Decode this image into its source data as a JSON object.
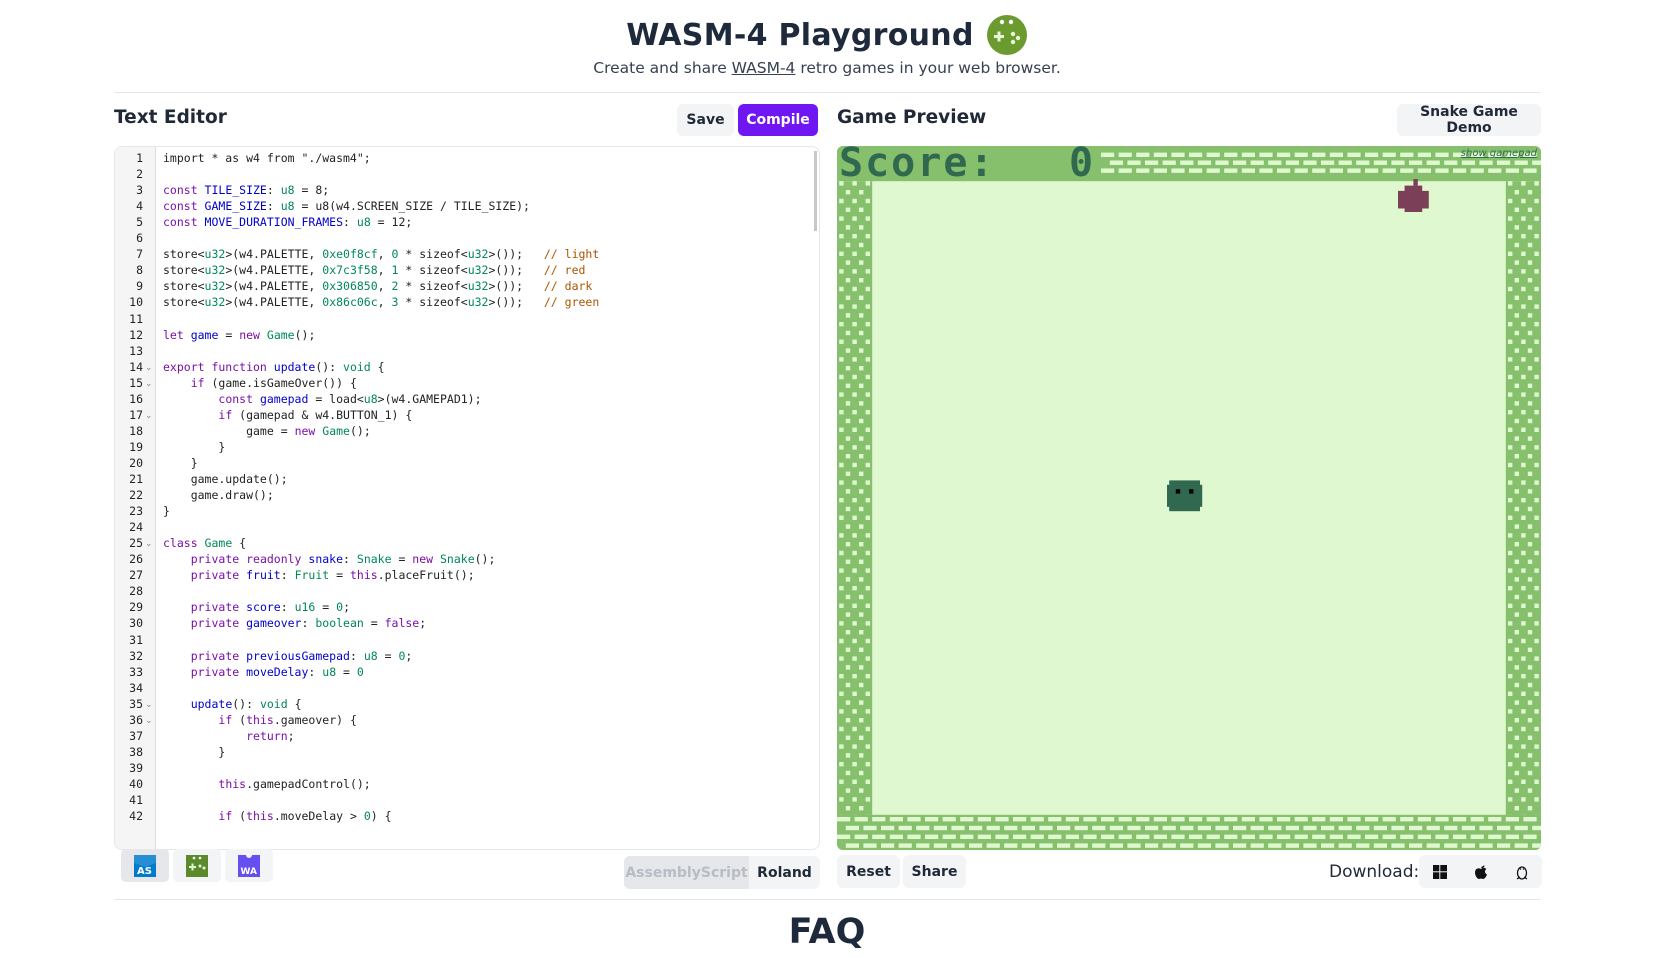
{
  "header": {
    "title": "WASM-4 Playground",
    "subtitle_before": "Create and share ",
    "subtitle_link": "WASM-4",
    "subtitle_after": " retro games in your web browser."
  },
  "editor": {
    "title": "Text Editor",
    "save_label": "Save",
    "compile_label": "Compile",
    "lines": [
      [
        [
          "",
          "import * as w4 from \"./wasm4\";"
        ]
      ],
      [],
      [
        [
          "k",
          "const "
        ],
        [
          "d",
          "TILE_SIZE"
        ],
        [
          "",
          ": "
        ],
        [
          "t",
          "u8"
        ],
        [
          "",
          " = 8;"
        ]
      ],
      [
        [
          "k",
          "const "
        ],
        [
          "d",
          "GAME_SIZE"
        ],
        [
          "",
          ": "
        ],
        [
          "t",
          "u8"
        ],
        [
          "",
          " = u8(w4.SCREEN_SIZE / TILE_SIZE);"
        ]
      ],
      [
        [
          "k",
          "const "
        ],
        [
          "d",
          "MOVE_DURATION_FRAMES"
        ],
        [
          "",
          ": "
        ],
        [
          "t",
          "u8"
        ],
        [
          "",
          " = 12;"
        ]
      ],
      [],
      [
        [
          "",
          "store<"
        ],
        [
          "t",
          "u32"
        ],
        [
          "",
          ">(w4.PALETTE, "
        ],
        [
          "t",
          "0xe0f8cf"
        ],
        [
          "",
          ", "
        ],
        [
          "t",
          "0"
        ],
        [
          "",
          " * sizeof<"
        ],
        [
          "t",
          "u32"
        ],
        [
          "",
          ">());   "
        ],
        [
          "c",
          "// light"
        ]
      ],
      [
        [
          "",
          "store<"
        ],
        [
          "t",
          "u32"
        ],
        [
          "",
          ">(w4.PALETTE, "
        ],
        [
          "t",
          "0x7c3f58"
        ],
        [
          "",
          ", "
        ],
        [
          "t",
          "1"
        ],
        [
          "",
          " * sizeof<"
        ],
        [
          "t",
          "u32"
        ],
        [
          "",
          ">());   "
        ],
        [
          "c",
          "// red"
        ]
      ],
      [
        [
          "",
          "store<"
        ],
        [
          "t",
          "u32"
        ],
        [
          "",
          ">(w4.PALETTE, "
        ],
        [
          "t",
          "0x306850"
        ],
        [
          "",
          ", "
        ],
        [
          "t",
          "2"
        ],
        [
          "",
          " * sizeof<"
        ],
        [
          "t",
          "u32"
        ],
        [
          "",
          ">());   "
        ],
        [
          "c",
          "// dark"
        ]
      ],
      [
        [
          "",
          "store<"
        ],
        [
          "t",
          "u32"
        ],
        [
          "",
          ">(w4.PALETTE, "
        ],
        [
          "t",
          "0x86c06c"
        ],
        [
          "",
          ", "
        ],
        [
          "t",
          "3"
        ],
        [
          "",
          " * sizeof<"
        ],
        [
          "t",
          "u32"
        ],
        [
          "",
          ">());   "
        ],
        [
          "c",
          "// green"
        ]
      ],
      [],
      [
        [
          "k",
          "let "
        ],
        [
          "d",
          "game"
        ],
        [
          "",
          " = "
        ],
        [
          "k",
          "new "
        ],
        [
          "t",
          "Game"
        ],
        [
          "",
          "();"
        ]
      ],
      [],
      [
        [
          "k",
          "export function "
        ],
        [
          "d",
          "update"
        ],
        [
          "",
          "(): "
        ],
        [
          "t",
          "void"
        ],
        [
          "",
          " {"
        ]
      ],
      [
        [
          "",
          "    "
        ],
        [
          "k",
          "if"
        ],
        [
          "",
          " (game.isGameOver()) {"
        ]
      ],
      [
        [
          "",
          "        "
        ],
        [
          "k",
          "const "
        ],
        [
          "d",
          "gamepad"
        ],
        [
          "",
          " = load<"
        ],
        [
          "t",
          "u8"
        ],
        [
          "",
          ">(w4.GAMEPAD1);"
        ]
      ],
      [
        [
          "",
          "        "
        ],
        [
          "k",
          "if"
        ],
        [
          "",
          " (gamepad & w4.BUTTON_1) {"
        ]
      ],
      [
        [
          "",
          "            game = "
        ],
        [
          "k",
          "new "
        ],
        [
          "t",
          "Game"
        ],
        [
          "",
          "();"
        ]
      ],
      [
        [
          "",
          "        }"
        ]
      ],
      [
        [
          "",
          "    }"
        ]
      ],
      [
        [
          "",
          "    game.update();"
        ]
      ],
      [
        [
          "",
          "    game.draw();"
        ]
      ],
      [
        [
          "",
          "}"
        ]
      ],
      [],
      [
        [
          "k",
          "class "
        ],
        [
          "t",
          "Game"
        ],
        [
          "",
          " {"
        ]
      ],
      [
        [
          "",
          "    "
        ],
        [
          "k",
          "private readonly "
        ],
        [
          "d",
          "snake"
        ],
        [
          "",
          ": "
        ],
        [
          "t",
          "Snake"
        ],
        [
          "",
          " = "
        ],
        [
          "k",
          "new "
        ],
        [
          "t",
          "Snake"
        ],
        [
          "",
          "();"
        ]
      ],
      [
        [
          "",
          "    "
        ],
        [
          "k",
          "private "
        ],
        [
          "d",
          "fruit"
        ],
        [
          "",
          ": "
        ],
        [
          "t",
          "Fruit"
        ],
        [
          "",
          " = "
        ],
        [
          "k",
          "this"
        ],
        [
          "",
          ".placeFruit();"
        ]
      ],
      [],
      [
        [
          "",
          "    "
        ],
        [
          "k",
          "private "
        ],
        [
          "d",
          "score"
        ],
        [
          "",
          ": "
        ],
        [
          "t",
          "u16"
        ],
        [
          "",
          " = "
        ],
        [
          "t",
          "0"
        ],
        [
          "",
          ";"
        ]
      ],
      [
        [
          "",
          "    "
        ],
        [
          "k",
          "private "
        ],
        [
          "d",
          "gameover"
        ],
        [
          "",
          ": "
        ],
        [
          "t",
          "boolean"
        ],
        [
          "",
          " = "
        ],
        [
          "k",
          "false"
        ],
        [
          "",
          ";"
        ]
      ],
      [],
      [
        [
          "",
          "    "
        ],
        [
          "k",
          "private "
        ],
        [
          "d",
          "previousGamepad"
        ],
        [
          "",
          ": "
        ],
        [
          "t",
          "u8"
        ],
        [
          "",
          " = "
        ],
        [
          "t",
          "0"
        ],
        [
          "",
          ";"
        ]
      ],
      [
        [
          "",
          "    "
        ],
        [
          "k",
          "private "
        ],
        [
          "d",
          "moveDelay"
        ],
        [
          "",
          ": "
        ],
        [
          "t",
          "u8"
        ],
        [
          "",
          " = "
        ],
        [
          "t",
          "0"
        ]
      ],
      [],
      [
        [
          "",
          "    "
        ],
        [
          "d",
          "update"
        ],
        [
          "",
          "(): "
        ],
        [
          "t",
          "void"
        ],
        [
          "",
          " {"
        ]
      ],
      [
        [
          "",
          "        "
        ],
        [
          "k",
          "if"
        ],
        [
          "",
          " ("
        ],
        [
          "k",
          "this"
        ],
        [
          "",
          ".gameover) {"
        ]
      ],
      [
        [
          "",
          "            "
        ],
        [
          "k",
          "return"
        ],
        [
          "",
          ";"
        ]
      ],
      [
        [
          "",
          "        }"
        ]
      ],
      [],
      [
        [
          "",
          "        "
        ],
        [
          "k",
          "this"
        ],
        [
          "",
          ".gamepadControl();"
        ]
      ],
      [],
      [
        [
          "",
          "        "
        ],
        [
          "k",
          "if"
        ],
        [
          "",
          " ("
        ],
        [
          "k",
          "this"
        ],
        [
          "",
          ".moveDelay > "
        ],
        [
          "t",
          "0"
        ],
        [
          "",
          ") {"
        ]
      ]
    ],
    "fold_lines": [
      14,
      15,
      17,
      25,
      35,
      36
    ],
    "languages": [
      "AS",
      "WASM-4",
      "WA"
    ],
    "language_tabs": [
      "AssemblyScript",
      "Roland"
    ]
  },
  "game": {
    "title": "Game Preview",
    "demo_label": "Snake Game Demo",
    "score_label": "Score:",
    "score_value": "0",
    "show_gamepad": "show gamepad",
    "reset_label": "Reset",
    "share_label": "Share",
    "download_label": "Download:",
    "download_targets": [
      "windows-icon",
      "apple-icon",
      "linux-icon"
    ],
    "palette": {
      "light": "#e0f8cf",
      "red": "#7c3f58",
      "dark": "#306850",
      "green": "#86c06c"
    }
  },
  "footer": {
    "faq": "FAQ"
  }
}
